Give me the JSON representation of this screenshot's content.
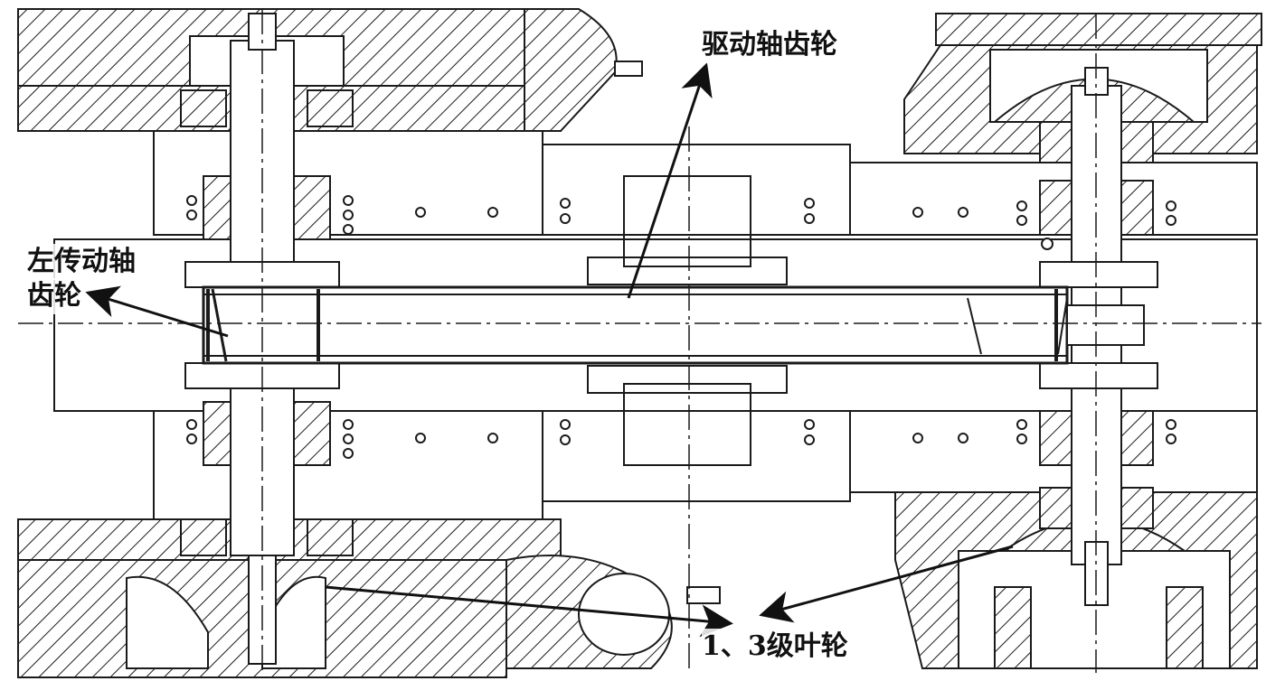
{
  "labels": {
    "drive_shaft_gear": "驱动轴齿轮",
    "left_transmission_gear_line1": "左传动轴",
    "left_transmission_gear_line2": "齿轮",
    "impeller_stage": "1、3级叶轮"
  },
  "colors": {
    "line": "#1a1a1a",
    "background": "#ffffff"
  }
}
